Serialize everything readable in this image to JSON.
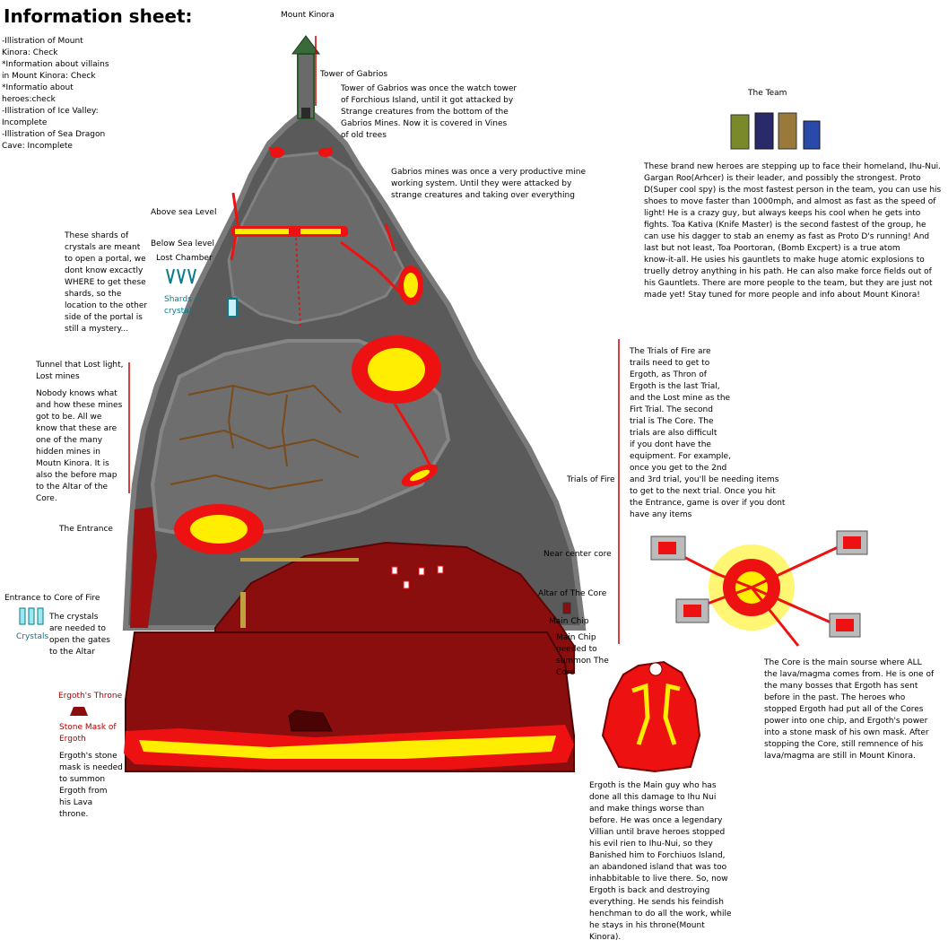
{
  "title": "Information sheet:",
  "checklist": "-Illistration of Mount\nKinora: Check\n*Information about villains\nin Mount Kinora: Check\n*Informatio about\nheroes:check\n-Illistration of Ice Valley:\nIncomplete\n-Illistration of Sea Dragon\nCave: Incomplete",
  "labels": {
    "mount_kinora": "Mount Kinora",
    "tower": "Tower of Gabrios",
    "tower_desc": "Tower of Gabrios was once the watch tower\nof Forchious Island, until it got attacked by\nStrange creatures from the bottom of the\nGabrios Mines. Now it is covered in Vines\nof old trees",
    "mines_desc": "Gabrios mines was once a very productive mine\nworking system. Until they were attacked by\nstrange creatures and taking over everything",
    "above_sea": "Above sea Level",
    "below_sea": "Below Sea level",
    "lost_chamber": "Lost Chamber",
    "shards_label": "Shards of\ncrystal",
    "shards_desc": "These shards of\ncrystals are meant\nto open a portal, we\ndont know excactly\nWHERE to get these\nshards, so the\nlocation to the other\nside of the portal is\nstill a mystery...",
    "tunnel": "Tunnel that Lost light,\nLost mines",
    "tunnel_desc": "Nobody knows what\nand how these mines\ngot to be. All we\nknow that these are\none of the many\nhidden mines in\nMoutn Kinora. It is\nalso the before map\nto the Altar of the\nCore.",
    "entrance": "The Entrance",
    "entrance_core": "Entrance to Core of Fire",
    "crystals": "Crystals",
    "crystals_desc": "The crystals\nare needed to\nopen the gates\nto the Altar",
    "ergoth_throne": "Ergoth's Throne",
    "stone_mask": "Stone Mask of\nErgoth",
    "stone_mask_desc": "Ergoth's stone\nmask is needed\nto summon\nErgoth from\nhis Lava\nthrone.",
    "team_title": "The Team",
    "team_desc": "These brand new heroes are stepping up to face their homeland, Ihu-Nui.\nGargan Roo(Arhcer) is their leader, and possibly the strongest. Proto\nD(Super cool spy) is the most fastest person in the team, you can use his\nshoes to move faster than 1000mph, and almost as fast as the speed of\nlight! He is a crazy guy, but always keeps his cool when he gets into\nfights. Toa Kativa (Knife Master) is the second fastest of the group, he\ncan use his dagger to stab an enemy as fast as Proto D's running! And\nlast but not least, Toa Poortoran, (Bomb Excpert) is a true atom\nknow-it-all. He usies his gauntlets to make huge atomic explosions to\ntruelly detroy anything in his path. He can also make force fields out of\nhis Gauntlets. There are more people to the team, but they are just not\nmade yet! Stay tuned for more people and info about Mount Kinora!",
    "trials_of_fire": "Trials of Fire",
    "trials_desc": "The Trials of Fire are\ntrails need to get to\nErgoth, as Thron of\nErgoth is the last Trial,\nand the Lost mine as the\nFirt Trial. The second\ntrial is The Core. The\ntrials are also difficult\nif you dont have the\nequipment. For example,\nonce you get to the 2nd\nand 3rd trial, you'll be needing items\nto get to the next trial. Once you hit\nthe Entrance, game is over if you dont\nhave any items",
    "near_center": "Near center core",
    "altar": "Altar of The Core",
    "main_chip": "Main Chip",
    "main_chip_desc": "Main Chip\nneeded to\nsummon The\nCore",
    "core_desc": "The Core is the main sourse where ALL\nthe lava/magma comes from. He is one of\nthe many bosses that Ergoth has sent\nbefore in the past. The heroes who\nstopped Ergoth had put all of the Cores\npower into one chip, and Ergoth's power\ninto a stone mask of his own mask. After\nstopping the Core, still remnence of his\nlava/magma are still in Mount Kinora.",
    "ergoth_desc": "Ergoth is the Main guy who has\ndone all this damage to Ihu Nui\nand make things worse than\nbefore. He was once a legendary\nVillian until brave heroes stopped\nhis evil rien to Ihu-Nui, so they\nBanished him to Forchiuos Island,\nan abandoned island that was too\ninhabbitable to live there. So, now\nErgoth is back and destroying\neverything. He sends his feindish\nhenchman to do all the work, while\nhe stays in his throne(Mount\nKinora)."
  },
  "colors": {
    "rock": "#5a5a5a",
    "rock_light": "#7a7a7a",
    "rock_dark": "#3c3c3c",
    "lava_red": "#ee1111",
    "lava_yellow": "#ffee00",
    "cavern": "#8a0e0e",
    "teal": "#0a7a8a",
    "ergoth_text": "#b00000"
  }
}
